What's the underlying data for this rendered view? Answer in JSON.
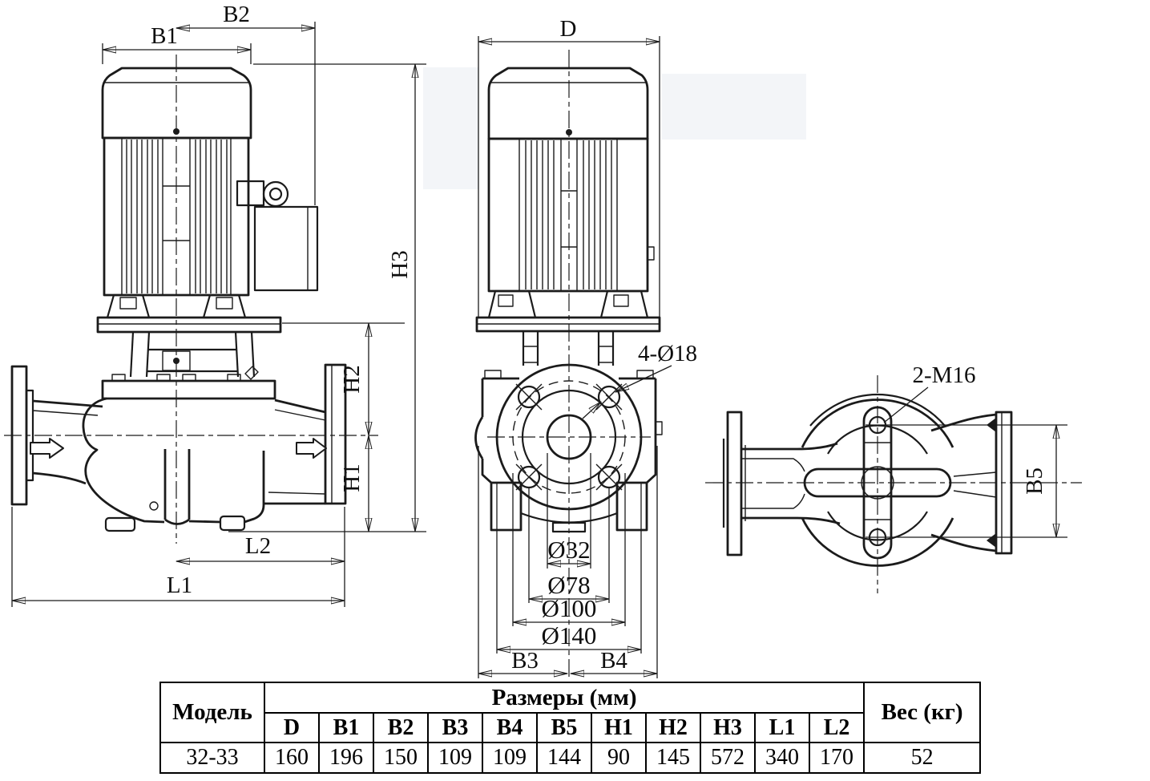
{
  "labels": {
    "side": {
      "B1": "B1",
      "B2": "B2",
      "H1": "H1",
      "H2": "H2",
      "H3": "H3",
      "L1": "L1",
      "L2": "L2"
    },
    "front": {
      "D": "D",
      "bolt_holes": "4-Ø18",
      "bore": "Ø32",
      "bolt_circle": "Ø78",
      "raised_face": "Ø100",
      "flange_od": "Ø140",
      "B3": "B3",
      "B4": "B4"
    },
    "top": {
      "tapped_holes": "2-M16",
      "B5": "B5"
    }
  },
  "table": {
    "model_header": "Модель",
    "size_header": "Размеры (мм)",
    "weight_header": "Вес (кг)",
    "columns": [
      "D",
      "B1",
      "B2",
      "B3",
      "B4",
      "B5",
      "H1",
      "H2",
      "H3",
      "L1",
      "L2"
    ],
    "row": {
      "model": "32-33",
      "values": [
        "160",
        "196",
        "150",
        "109",
        "109",
        "144",
        "90",
        "145",
        "572",
        "340",
        "170"
      ],
      "weight": "52"
    }
  },
  "colors": {
    "line": "#1b1b1b",
    "background": "#ffffff"
  }
}
